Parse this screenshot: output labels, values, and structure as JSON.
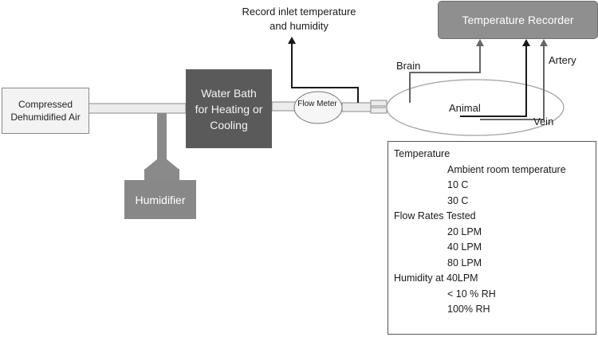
{
  "labels": {
    "compressed_air": "Compressed Dehumidified Air",
    "water_bath": "Water Bath for Heating or Cooling",
    "humidifier": "Humidifier",
    "flow_meter": "Flow Meter",
    "record_inlet": "Record inlet temperature and humidity",
    "temperature_recorder": "Temperature Recorder",
    "brain": "Brain",
    "artery": "Artery",
    "animal": "Animal",
    "vein": "Vein"
  },
  "info_box": {
    "temperature_heading": "Temperature",
    "temperatures": [
      "Ambient room temperature",
      "10 C",
      "30 C"
    ],
    "flow_heading": "Flow Rates Tested",
    "flow_rates": [
      "20 LPM",
      "40 LPM",
      "80 LPM"
    ],
    "humidity_heading": "Humidity at 40LPM",
    "humidities": [
      "< 10 % RH",
      "100% RH"
    ]
  },
  "colors": {
    "pipe_fill": "#ececec",
    "pipe_stroke": "#8a8a8a",
    "water_bath": "#5a5a5a",
    "humidifier": "#888888",
    "recorder": "#8f8f8f",
    "arrow_dark": "#1a1a1a",
    "arrow_gray": "#666666"
  }
}
